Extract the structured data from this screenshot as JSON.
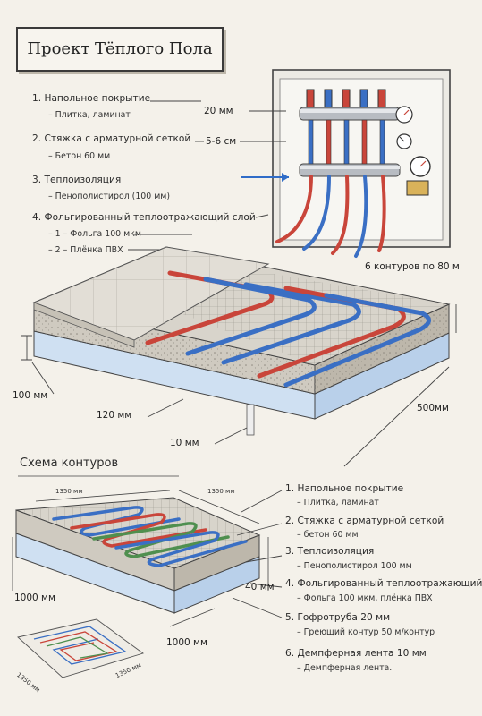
{
  "title": "Проект Тёплого Пола",
  "layers_top": [
    {
      "heading": "1. Напольное покрытие",
      "detail": "– Плитка, ламинат"
    },
    {
      "heading": "2. Стяжка с арматурной сеткой",
      "detail": "– Бетон 60 мм"
    },
    {
      "heading": "3. Теплоизоляция",
      "detail": "– Пенополистирол (100 мм)"
    },
    {
      "heading": "4. Фольгированный теплоотражающий слой",
      "details": [
        "– 1 – Фольга 100 мкм",
        "– 2 – Плёнка ПВХ"
      ]
    }
  ],
  "dims_top": {
    "cover": "20 мм",
    "screed": "5-6 см",
    "circuits": "6 контуров по 80 м",
    "insulation": "100 мм",
    "mid": "120 мм",
    "total": "500мм",
    "gap": "10 мм"
  },
  "schema_title": "Схема контуров",
  "dims_bottom": {
    "left_top": "1350 мм",
    "right_top": "1350 мм",
    "left_side": "1000 мм",
    "right_side": "40 мм",
    "front": "1000 мм",
    "plan_left": "1350 мм",
    "plan_bottom": "1350 мм"
  },
  "layers_bottom": [
    {
      "heading": "1. Напольное покрытие",
      "detail": "– Плитка, ламинат"
    },
    {
      "heading": "2. Стяжка с арматурной сеткой",
      "detail": "– бетон 60 мм"
    },
    {
      "heading": "3. Теплоизоляция",
      "detail": "– Пенополистирол 100 мм"
    },
    {
      "heading": "4. Фольгированный теплоотражающий",
      "detail": "– Фольга 100 мкм, плёнка ПВХ"
    },
    {
      "heading": "5. Гофротруба 20 мм",
      "detail": "– Греющий контур 50 м/контур"
    },
    {
      "heading": "6. Демпферная лента 10 мм",
      "detail": "– Демпферная лента."
    }
  ],
  "colors": {
    "hot": "#c9453a",
    "cold": "#3a6fc4",
    "foam": "#cfe0f2",
    "concrete": "#cfcac0",
    "tile": "#e2ded6",
    "ink": "#2a2a2a"
  }
}
